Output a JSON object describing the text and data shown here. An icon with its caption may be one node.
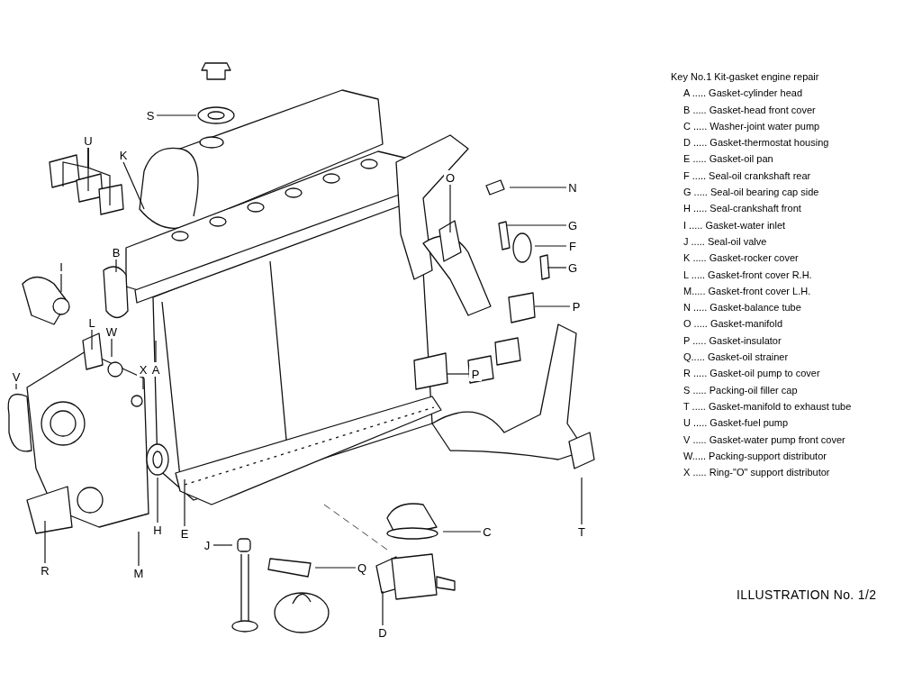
{
  "diagram": {
    "caption": "ILLUSTRATION No. 1/2",
    "nodes": [
      {
        "text": [
          "S"
        ]
      },
      {
        "text": [
          "U"
        ]
      },
      {
        "text": [
          "K"
        ]
      },
      {
        "text": [
          "O"
        ]
      },
      {
        "text": [
          "N"
        ]
      },
      {
        "text": [
          "G"
        ]
      },
      {
        "text": [
          "F"
        ]
      },
      {
        "text": [
          "B"
        ]
      },
      {
        "text": [
          "G"
        ]
      },
      {
        "text": [
          "I"
        ]
      },
      {
        "text": [
          "P"
        ]
      },
      {
        "text": [
          "L"
        ]
      },
      {
        "text": [
          "W"
        ]
      },
      {
        "text": [
          "X"
        ]
      },
      {
        "text": [
          "A"
        ]
      },
      {
        "text": [
          "P"
        ]
      },
      {
        "text": [
          "V"
        ]
      },
      {
        "text": [
          "H"
        ]
      },
      {
        "text": [
          "E"
        ]
      },
      {
        "text": [
          "C"
        ]
      },
      {
        "text": [
          "T"
        ]
      },
      {
        "text": [
          "J"
        ]
      },
      {
        "text": [
          "R"
        ]
      },
      {
        "text": [
          "M"
        ]
      },
      {
        "text": [
          "Q"
        ]
      },
      {
        "text": [
          "D"
        ]
      }
    ],
    "edges": [
      {
        "from": 0,
        "to": null,
        "arrow": "none"
      },
      {
        "from": 1,
        "to": null,
        "arrow": "none"
      },
      {
        "from": 1,
        "to": null,
        "arrow": "none"
      },
      {
        "from": 1,
        "to": null,
        "arrow": "none"
      },
      {
        "from": 2,
        "to": null,
        "arrow": "none"
      },
      {
        "from": 3,
        "to": null,
        "arrow": "none"
      },
      {
        "from": 4,
        "to": null,
        "arrow": "none"
      },
      {
        "from": 5,
        "to": null,
        "arrow": "none"
      },
      {
        "from": 6,
        "to": null,
        "arrow": "none"
      },
      {
        "from": 7,
        "to": null,
        "arrow": "none"
      },
      {
        "from": 8,
        "to": null,
        "arrow": "none"
      },
      {
        "from": 9,
        "to": null,
        "arrow": "none"
      },
      {
        "from": 10,
        "to": null,
        "arrow": "none"
      },
      {
        "from": 11,
        "to": null,
        "arrow": "none"
      },
      {
        "from": 12,
        "to": null,
        "arrow": "none"
      },
      {
        "from": 13,
        "to": null,
        "arrow": "none"
      },
      {
        "from": 14,
        "to": null,
        "arrow": "none"
      },
      {
        "from": 15,
        "to": null,
        "arrow": "none"
      },
      {
        "from": 16,
        "to": null,
        "arrow": "none"
      },
      {
        "from": 17,
        "to": null,
        "arrow": "none"
      },
      {
        "from": 18,
        "to": null,
        "arrow": "none"
      },
      {
        "from": 19,
        "to": null,
        "arrow": "none"
      },
      {
        "from": 20,
        "to": null,
        "arrow": "none"
      },
      {
        "from": 21,
        "to": null,
        "arrow": "none"
      },
      {
        "from": 22,
        "to": null,
        "arrow": "none"
      },
      {
        "from": 23,
        "to": null,
        "arrow": "none"
      },
      {
        "from": 24,
        "to": null,
        "arrow": "none"
      },
      {
        "from": 25,
        "to": null,
        "arrow": "none"
      }
    ],
    "labels": [
      "Key No.1 Kit-gasket engine repair",
      "A ..... Gasket-cylinder head",
      "B ..... Gasket-head front cover",
      "C ..... Washer-joint water pump",
      "D ..... Gasket-thermostat housing",
      "E ..... Gasket-oil pan",
      "F ..... Seal-oil crankshaft rear",
      "G ..... Seal-oil bearing cap side",
      "H ..... Seal-crankshaft front",
      "I ..... Gasket-water inlet",
      "J ..... Seal-oil valve",
      "K ..... Gasket-rocker cover",
      "L ..... Gasket-front cover R.H.",
      "M..... Gasket-front cover L.H.",
      "N ..... Gasket-balance tube",
      "O ..... Gasket-manifold",
      "P ..... Gasket-insulator",
      "Q..... Gasket-oil strainer",
      "R ..... Gasket-oil pump to cover",
      "S ..... Packing-oil filler cap",
      "T ..... Gasket-manifold to exhaust tube",
      "U ..... Gasket-fuel pump",
      "V ..... Gasket-water pump front cover",
      "W..... Packing-support distributor",
      "X ..... Ring-\"O\" support distributor"
    ]
  }
}
